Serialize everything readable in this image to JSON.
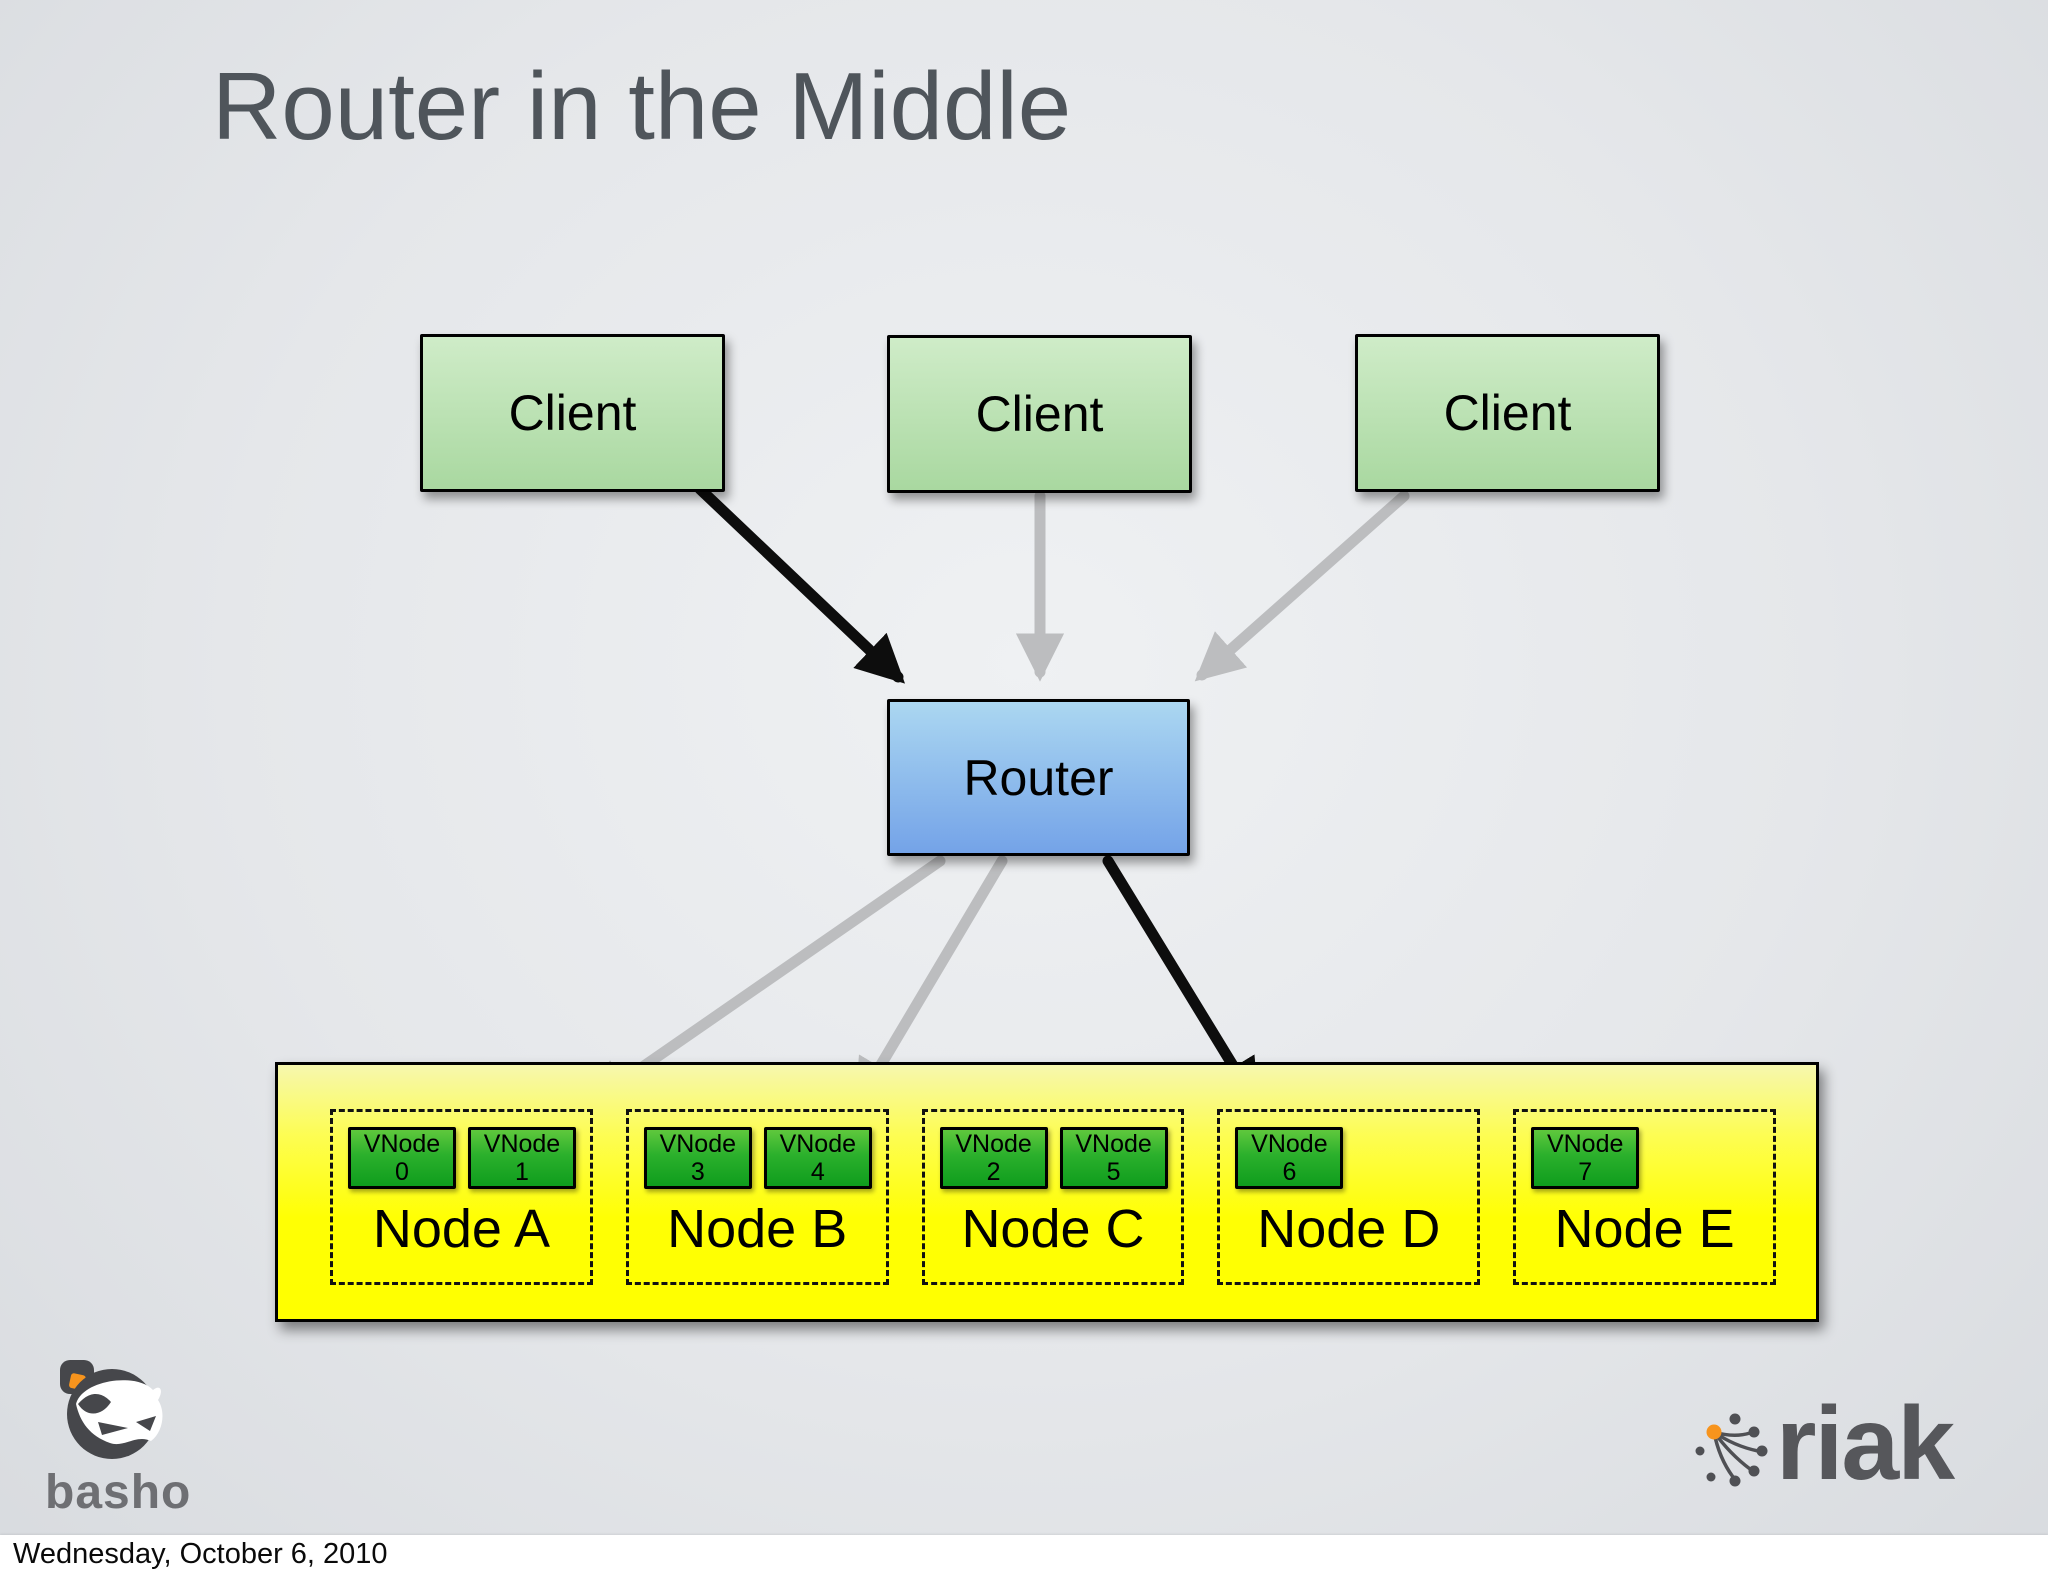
{
  "slide": {
    "title": "Router in the Middle",
    "footer_date": "Wednesday, October 6, 2010"
  },
  "diagram": {
    "clients": [
      {
        "label": "Client"
      },
      {
        "label": "Client"
      },
      {
        "label": "Client"
      }
    ],
    "router": {
      "label": "Router"
    },
    "cluster": {
      "nodes": [
        {
          "label": "Node A",
          "vnodes": [
            {
              "name": "VNode",
              "num": "0"
            },
            {
              "name": "VNode",
              "num": "1"
            }
          ]
        },
        {
          "label": "Node B",
          "vnodes": [
            {
              "name": "VNode",
              "num": "3"
            },
            {
              "name": "VNode",
              "num": "4"
            }
          ]
        },
        {
          "label": "Node C",
          "vnodes": [
            {
              "name": "VNode",
              "num": "2"
            },
            {
              "name": "VNode",
              "num": "5"
            }
          ]
        },
        {
          "label": "Node D",
          "vnodes": [
            {
              "name": "VNode",
              "num": "6"
            }
          ]
        },
        {
          "label": "Node E",
          "vnodes": [
            {
              "name": "VNode",
              "num": "7"
            }
          ]
        }
      ]
    }
  },
  "branding": {
    "basho_wordmark": "basho",
    "riak_wordmark": "riak"
  },
  "colors": {
    "client_fill_top": "#cfecc8",
    "client_fill_bottom": "#a9d8a0",
    "router_fill_top": "#abd7f1",
    "router_fill_bottom": "#74a3e8",
    "vnode_fill_top": "#5fc83d",
    "vnode_fill_bottom": "#0f9d1d",
    "cluster_fill_top": "#f6f7ae",
    "cluster_fill_bottom": "#ffff00",
    "arrow_black": "#0d0d0d",
    "arrow_gray": "#bcbdbf",
    "accent_orange": "#f7941d",
    "title_color": "#4f555b"
  }
}
